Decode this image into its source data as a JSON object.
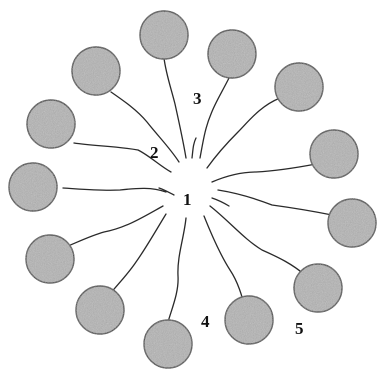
{
  "labels": {
    "center": "1",
    "l2": "2",
    "l3": "3",
    "l4": "4",
    "l5": "5"
  },
  "colors": {
    "particle_fill": "#b3b3b3",
    "particle_outline": "#333333",
    "line": "#2a2a2a",
    "text": "#111111",
    "background": "#ffffff"
  }
}
